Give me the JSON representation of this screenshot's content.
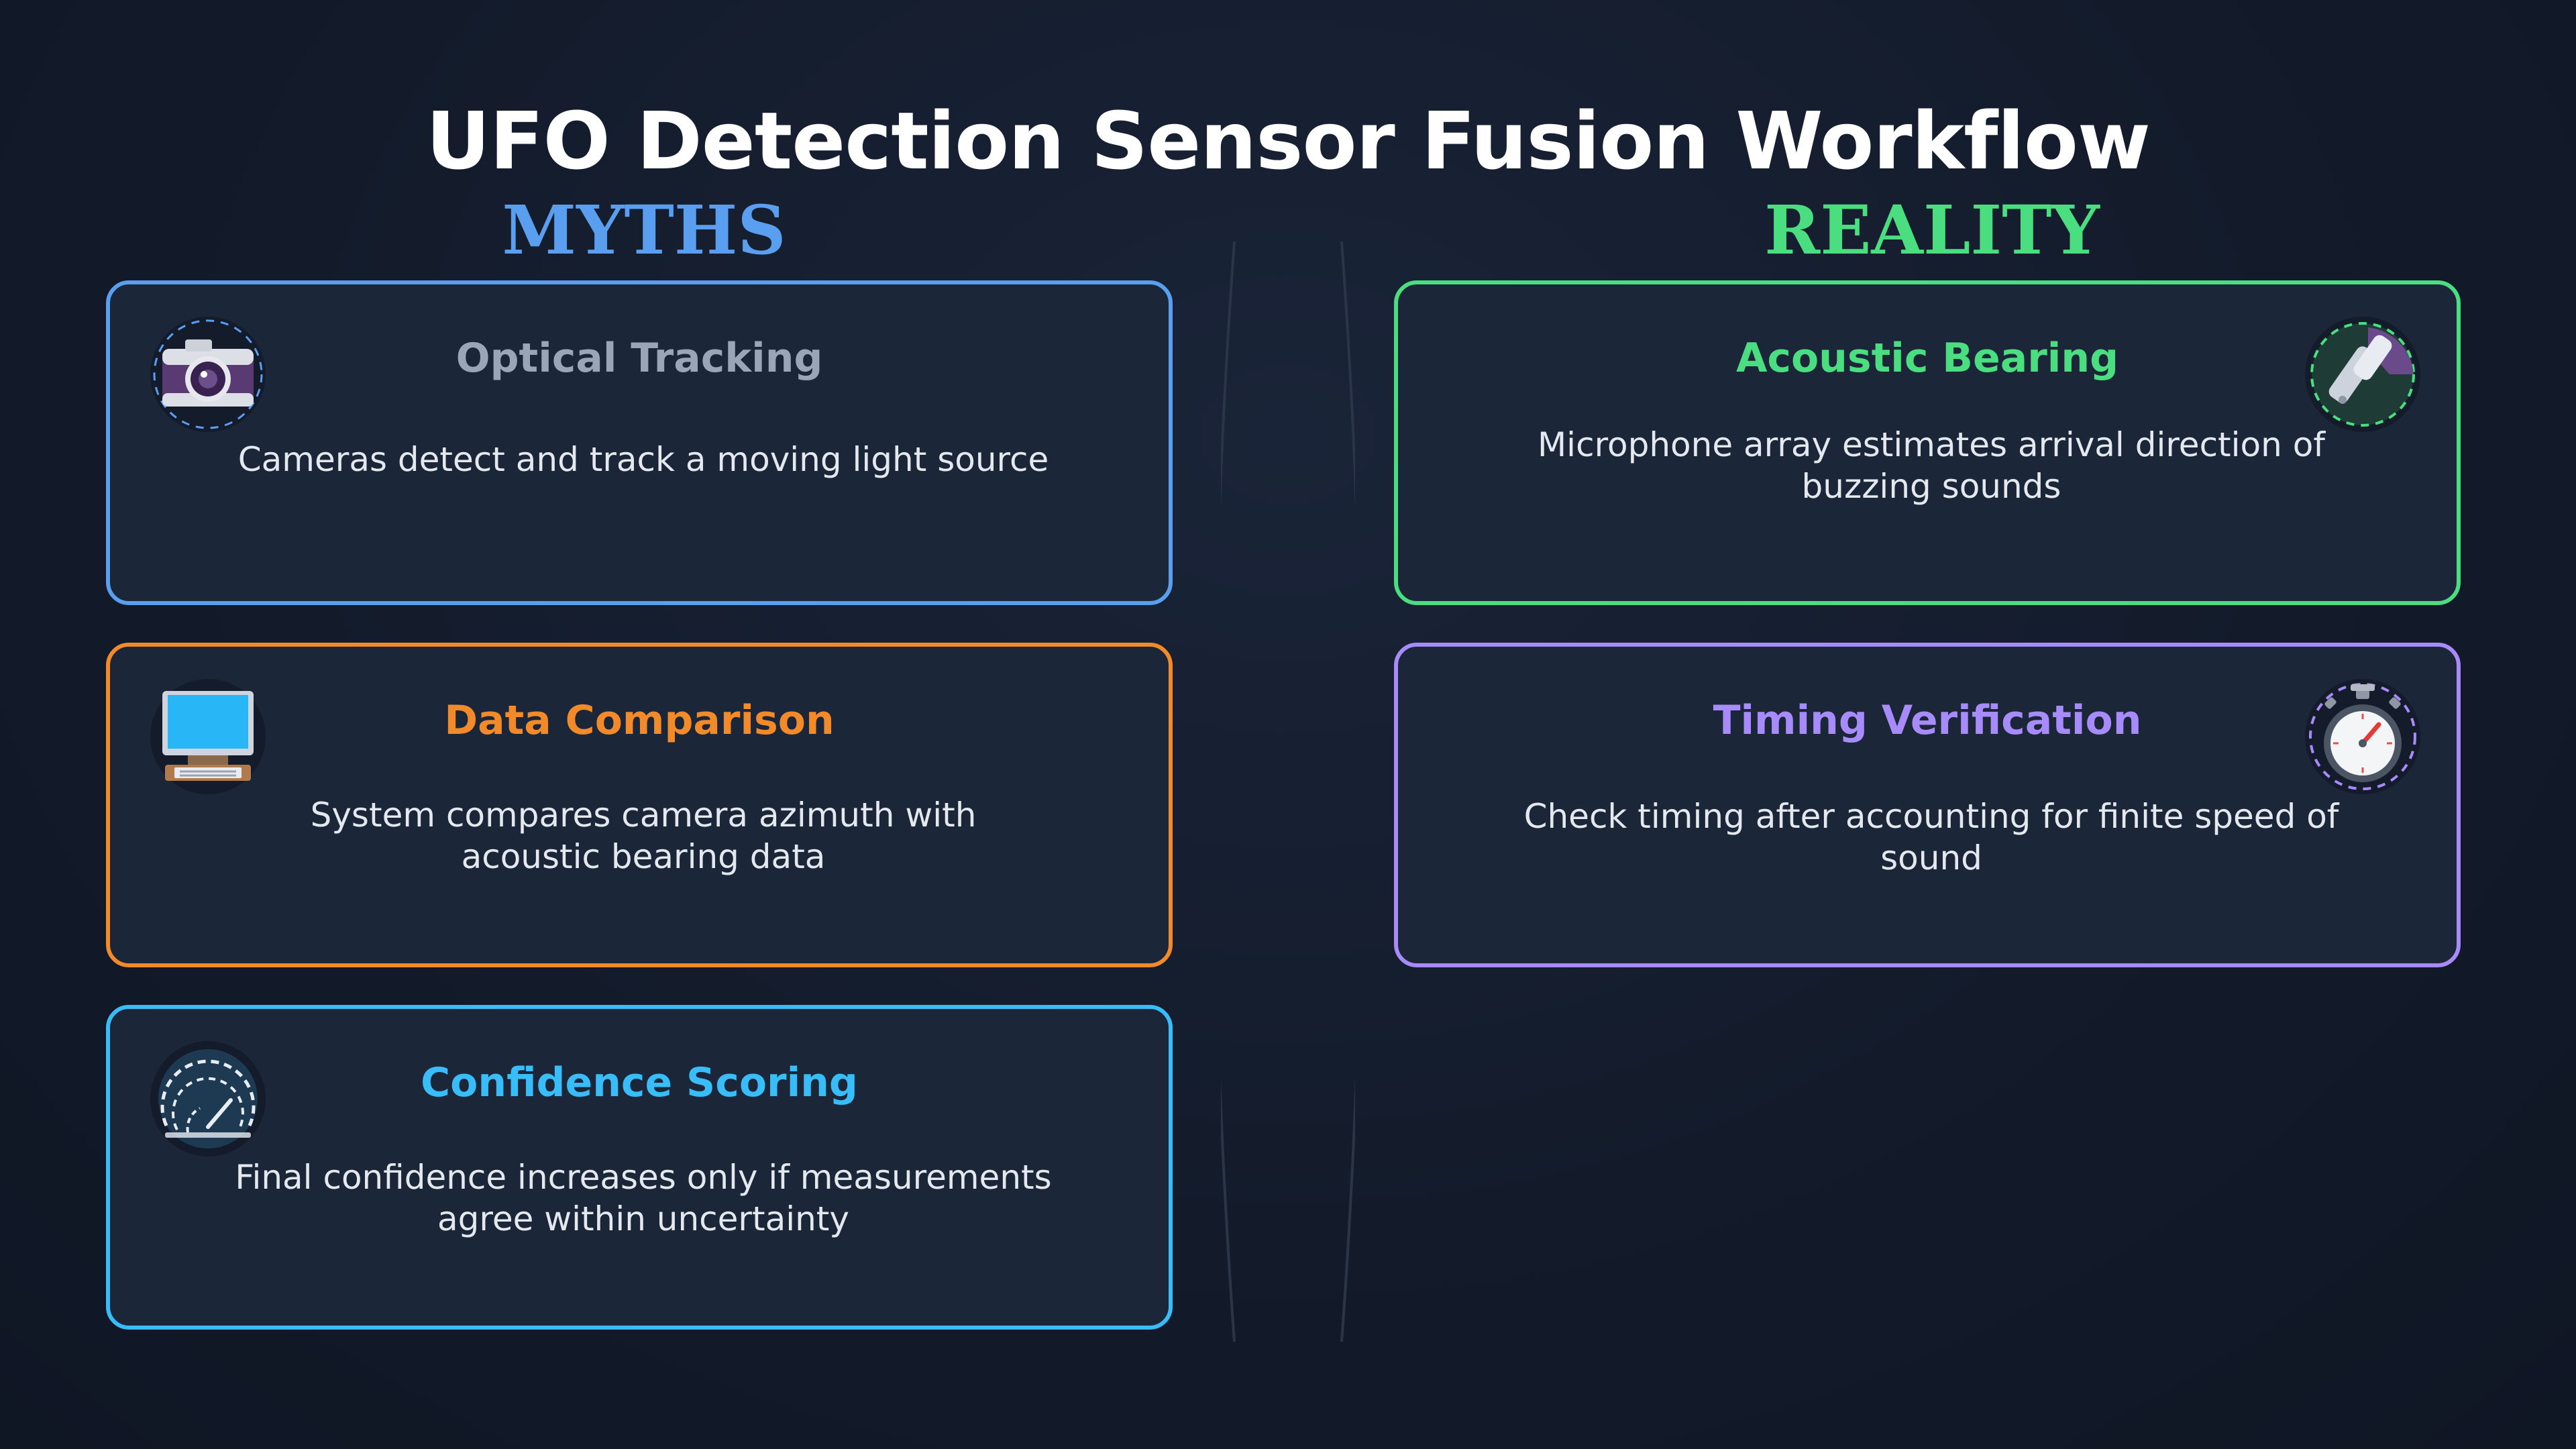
{
  "title": "UFO Detection Sensor Fusion Workflow",
  "columns": {
    "myths": "MYTHS",
    "reality": "REALITY"
  },
  "cards": {
    "optical": {
      "title": "Optical Tracking",
      "desc": "Cameras detect and track a moving light source",
      "color": "#5a9ef0",
      "title_color": "#9aa6b8",
      "icon": "camera-icon"
    },
    "data": {
      "title": "Data Comparison",
      "desc": "System compares camera azimuth with acoustic bearing data",
      "color": "#f28a2a",
      "title_color": "#f28a2a",
      "icon": "computer-icon"
    },
    "confidence": {
      "title": "Confidence Scoring",
      "desc": "Final confidence increases only if measurements agree within uncertainty",
      "color": "#38bdf8",
      "title_color": "#38bdf8",
      "icon": "gauge-icon"
    },
    "acoustic": {
      "title": "Acoustic Bearing",
      "desc": "Microphone array estimates arrival direction of buzzing sounds",
      "color": "#4ade80",
      "title_color": "#4ade80",
      "icon": "microphone-icon"
    },
    "timing": {
      "title": "Timing Verification",
      "desc": "Check timing after accounting for finite speed of sound",
      "color": "#a78bfa",
      "title_color": "#a78bfa",
      "icon": "stopwatch-icon"
    }
  }
}
